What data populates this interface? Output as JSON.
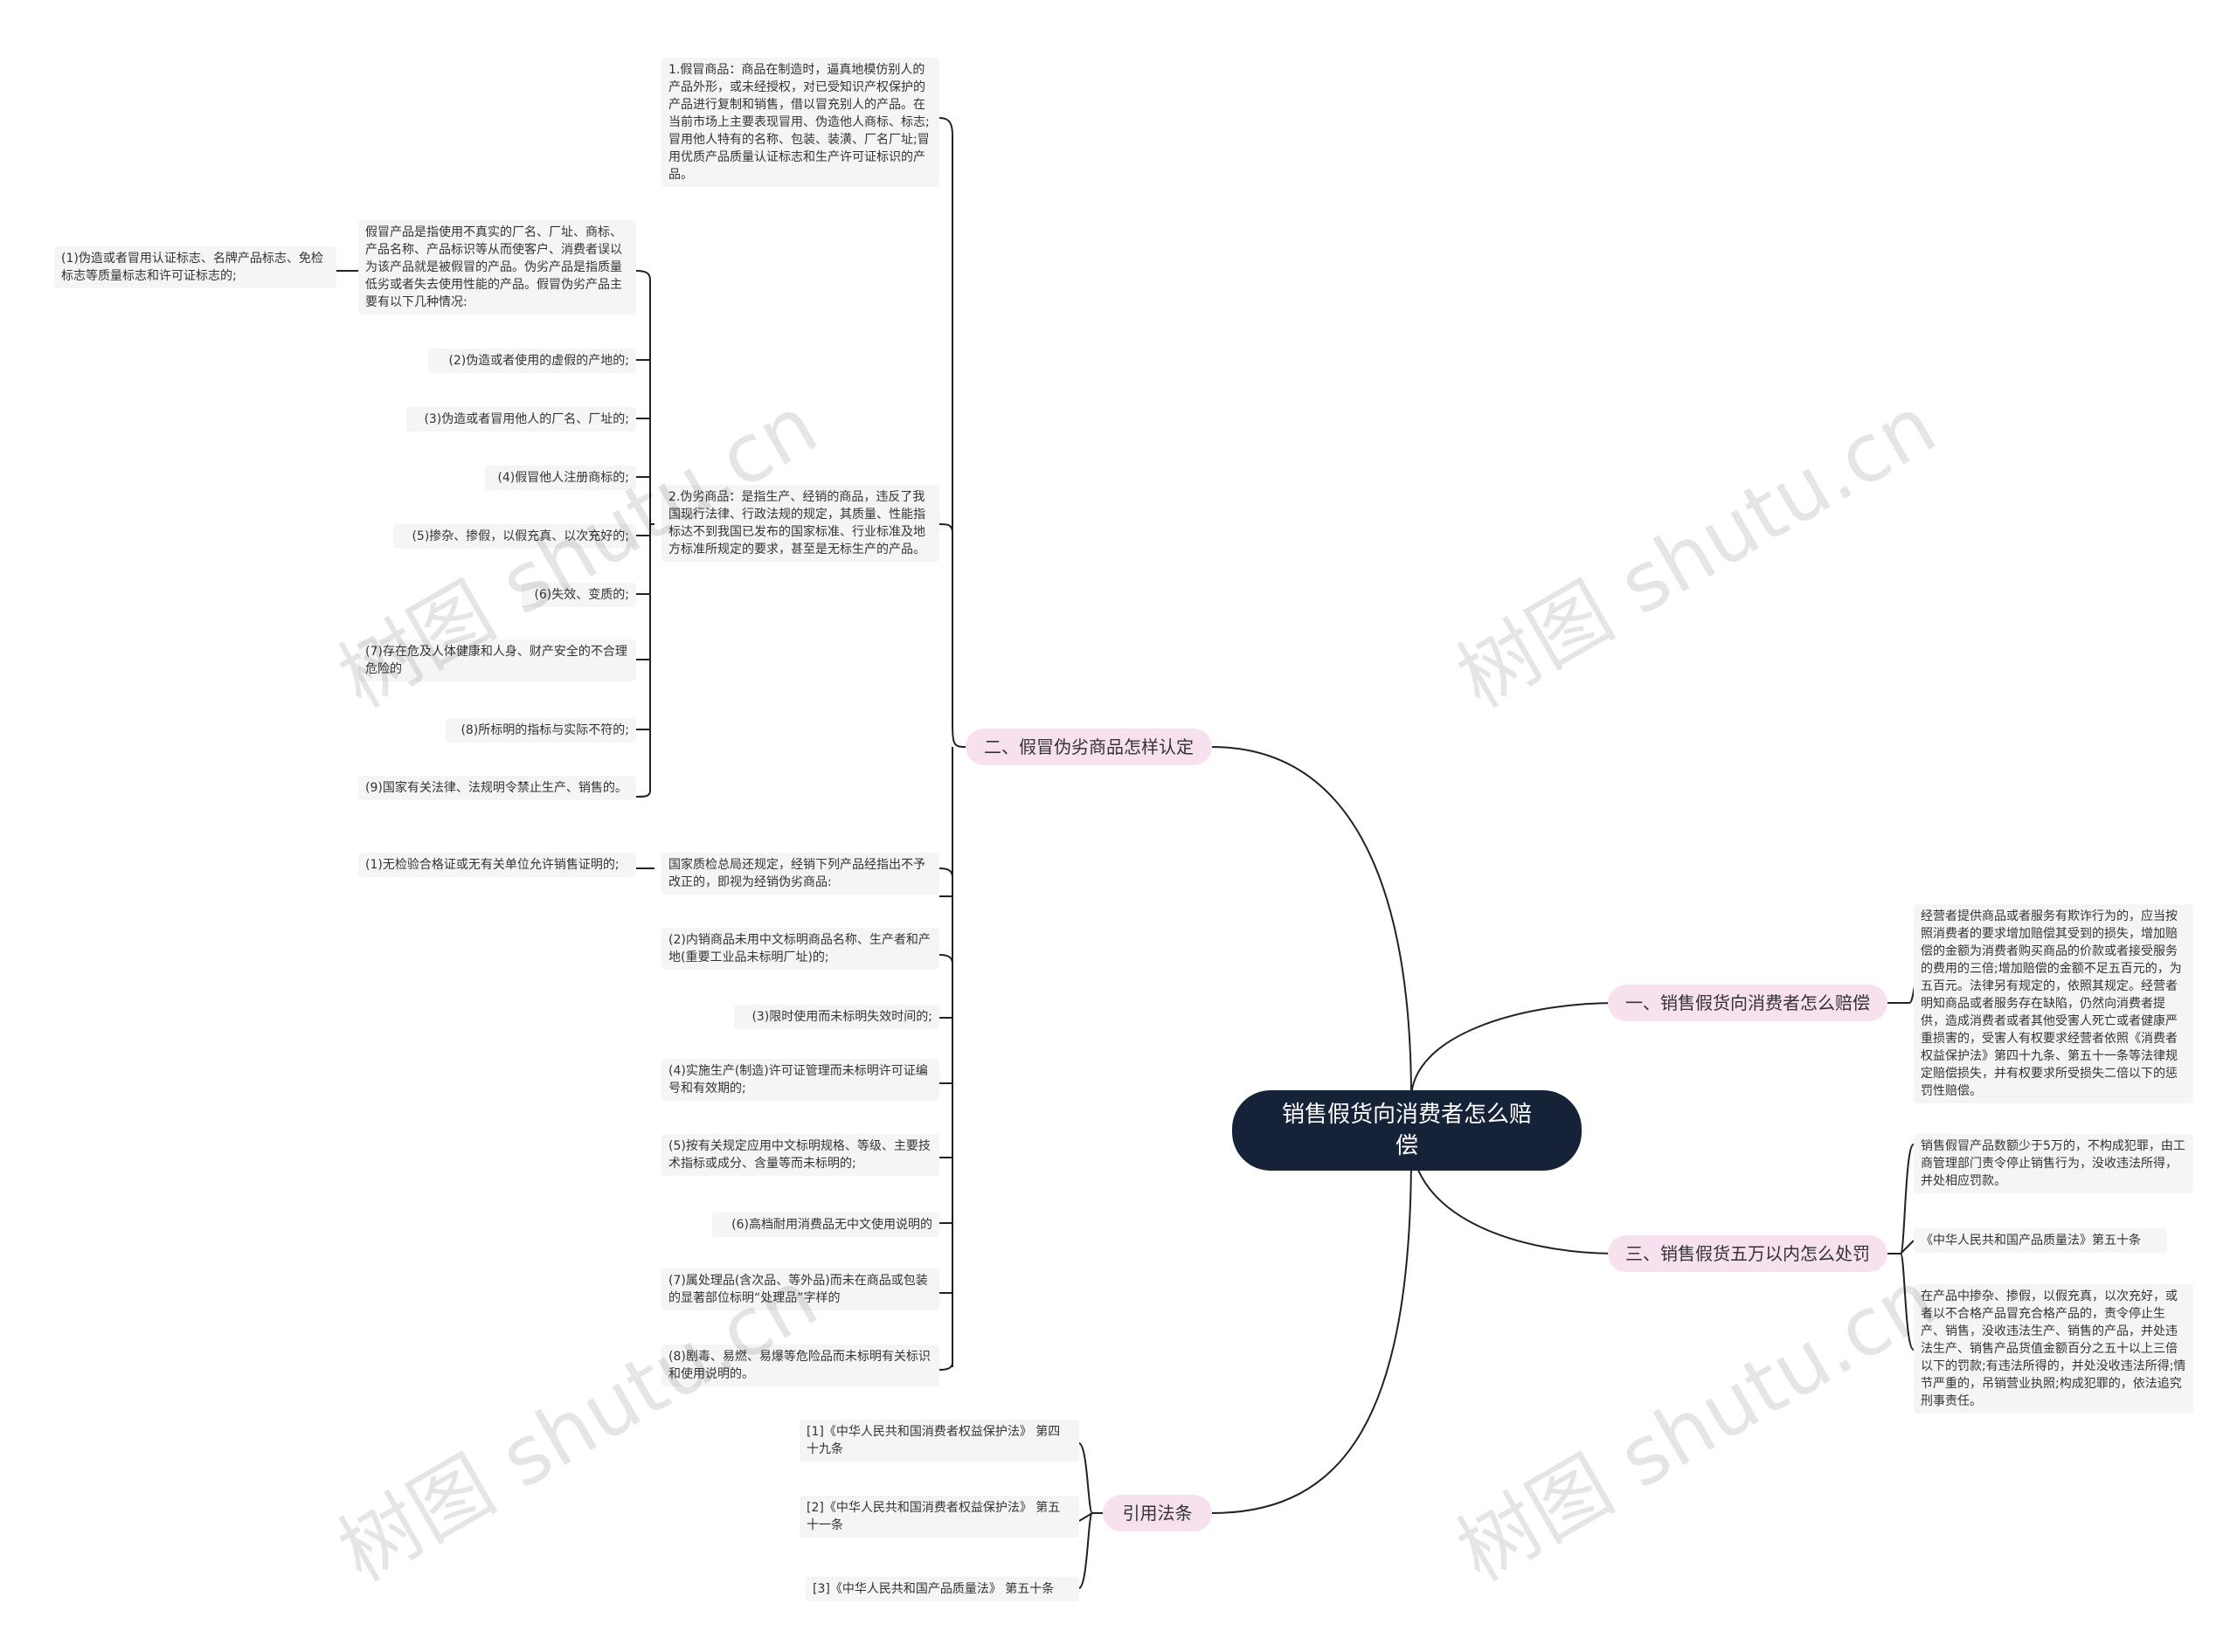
{
  "root": {
    "title": "销售假货向消费者怎么赔偿"
  },
  "branches": {
    "b1": {
      "label": "一、销售假货向消费者怎么赔偿",
      "items": [
        "经营者提供商品或者服务有欺诈行为的，应当按照消费者的要求增加赔偿其受到的损失，增加赔偿的金额为消费者购买商品的价款或者接受服务的费用的三倍;增加赔偿的金额不足五百元的，为五百元。法律另有规定的，依照其规定。经营者明知商品或者服务存在缺陷，仍然向消费者提供，造成消费者或者其他受害人死亡或者健康严重损害的，受害人有权要求经营者依照《消费者权益保护法》第四十九条、第五十一条等法律规定赔偿损失，并有权要求所受损失二倍以下的惩罚性赔偿。"
      ]
    },
    "b2": {
      "label": "二、假冒伪劣商品怎样认定",
      "item1": "1.假冒商品：商品在制造时，逼真地模仿别人的产品外形，或未经授权，对已受知识产权保护的产品进行复制和销售，借以冒充别人的产品。在当前市场上主要表现冒用、伪造他人商标、标志;冒用他人特有的名称、包装、装潢、厂名厂址;冒用优质产品质量认证标志和生产许可证标识的产品。",
      "item2": "2.伪劣商品：是指生产、经销的商品，违反了我国现行法律、行政法规的规定，其质量、性能指标达不到我国已发布的国家标准、行业标准及地方标准所规定的要求，甚至是无标生产的产品。",
      "fake_intro": "假冒产品是指使用不真实的厂名、厂址、商标、产品名称、产品标识等从而使客户、消费者误以为该产品就是被假冒的产品。伪劣产品是指质量低劣或者失去使用性能的产品。假冒伪劣产品主要有以下几种情况:",
      "fake_intro_sub": "(1)伪造或者冒用认证标志、名牌产品标志、免检标志等质量标志和许可证标志的;",
      "fake_list": [
        "(2)伪造或者使用的虚假的产地的;",
        "(3)伪造或者冒用他人的厂名、厂址的;",
        "(4)假冒他人注册商标的;",
        "(5)掺杂、掺假，以假充真、以次充好的;",
        "(6)失效、变质的;",
        "(7)存在危及人体健康和人身、财产安全的不合理危险的",
        "(8)所标明的指标与实际不符的;",
        "(9)国家有关法律、法规明令禁止生产、销售的。"
      ],
      "inspection_intro": "国家质检总局还规定，经销下列产品经指出不予改正的，即视为经销伪劣商品:",
      "inspection_intro_sub": "(1)无检验合格证或无有关单位允许销售证明的;",
      "inspection_list": [
        "(2)内销商品未用中文标明商品名称、生产者和产地(重要工业品未标明厂址)的;",
        "(3)限时使用而未标明失效时间的;",
        "(4)实施生产(制造)许可证管理而未标明许可证编号和有效期的;",
        "(5)按有关规定应用中文标明规格、等级、主要技术指标或成分、含量等而未标明的;",
        "(6)高档耐用消费品无中文使用说明的",
        "(7)属处理品(含次品、等外品)而未在商品或包装的显著部位标明“处理品”字样的",
        "(8)剧毒、易燃、易爆等危险品而未标明有关标识和使用说明的。"
      ]
    },
    "b3": {
      "label": "三、销售假货五万以内怎么处罚",
      "items": [
        "销售假冒产品数额少于5万的，不构成犯罪，由工商管理部门责令停止销售行为，没收违法所得，并处相应罚款。",
        "《中华人民共和国产品质量法》第五十条",
        "在产品中掺杂、掺假，以假充真，以次充好，或者以不合格产品冒充合格产品的，责令停止生产、销售，没收违法生产、销售的产品，并处违法生产、销售产品货值金额百分之五十以上三倍以下的罚款;有违法所得的，并处没收违法所得;情节严重的，吊销营业执照;构成犯罪的，依法追究刑事责任。"
      ]
    },
    "b4": {
      "label": "引用法条",
      "items": [
        "[1]《中华人民共和国消费者权益保护法》 第四十九条",
        "[2]《中华人民共和国消费者权益保护法》 第五十一条",
        "[3]《中华人民共和国产品质量法》 第五十条"
      ]
    }
  },
  "watermarks": [
    "树图 shutu.cn",
    "树图 shutu.cn",
    "树图 shutu.cn",
    "树图 shutu.cn"
  ],
  "colors": {
    "root_bg": "#152238",
    "branch_bg": "#f7e1ef",
    "leaf_bg": "#f5f5f5",
    "line": "#222222"
  }
}
